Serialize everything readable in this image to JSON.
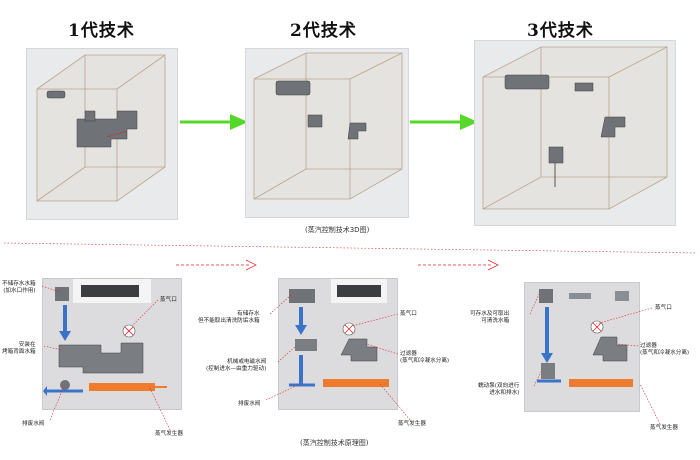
{
  "generations": [
    {
      "title": "1代技术"
    },
    {
      "title": "2代技术"
    },
    {
      "title": "3代技术"
    }
  ],
  "captions": {
    "top": "(蒸汽控制技术3D图)",
    "bottom": "(蒸汽控制技术原理图)"
  },
  "diagram1": {
    "label_tank": "不储存水水箱\n(加水口作用)",
    "label_mount": "安装在\n烤箱背面水箱",
    "label_outlet": "蒸气口",
    "label_valve": "排废水阀",
    "label_generator": "蒸气发生器"
  },
  "diagram2": {
    "label_tank": "有储存水\n但不能取出清洗防垢水箱",
    "label_outlet": "蒸气口",
    "label_solenoid": "机械或电磁水阀\n(控制进水—由重力驱动)",
    "label_filter": "过滤器\n(蒸气和冷凝水分离)",
    "label_valve": "排废水阀",
    "label_generator": "蒸气发生器"
  },
  "diagram3": {
    "label_tank": "可存水及可取出\n可清洗水箱",
    "label_outlet": "蒸气口",
    "label_filter": "过滤器\n(蒸气和冷凝水分离)",
    "label_pump": "蠕动泵(双向进行\n进水和排水)",
    "label_generator": "蒸气发生器"
  },
  "colors": {
    "green_arrow": "#55d82a",
    "blue_pipe": "#3b73c9",
    "heater_orange": "#ef7b2c",
    "red_leader": "#e0242a",
    "panel_bg": "#e9eaec"
  }
}
